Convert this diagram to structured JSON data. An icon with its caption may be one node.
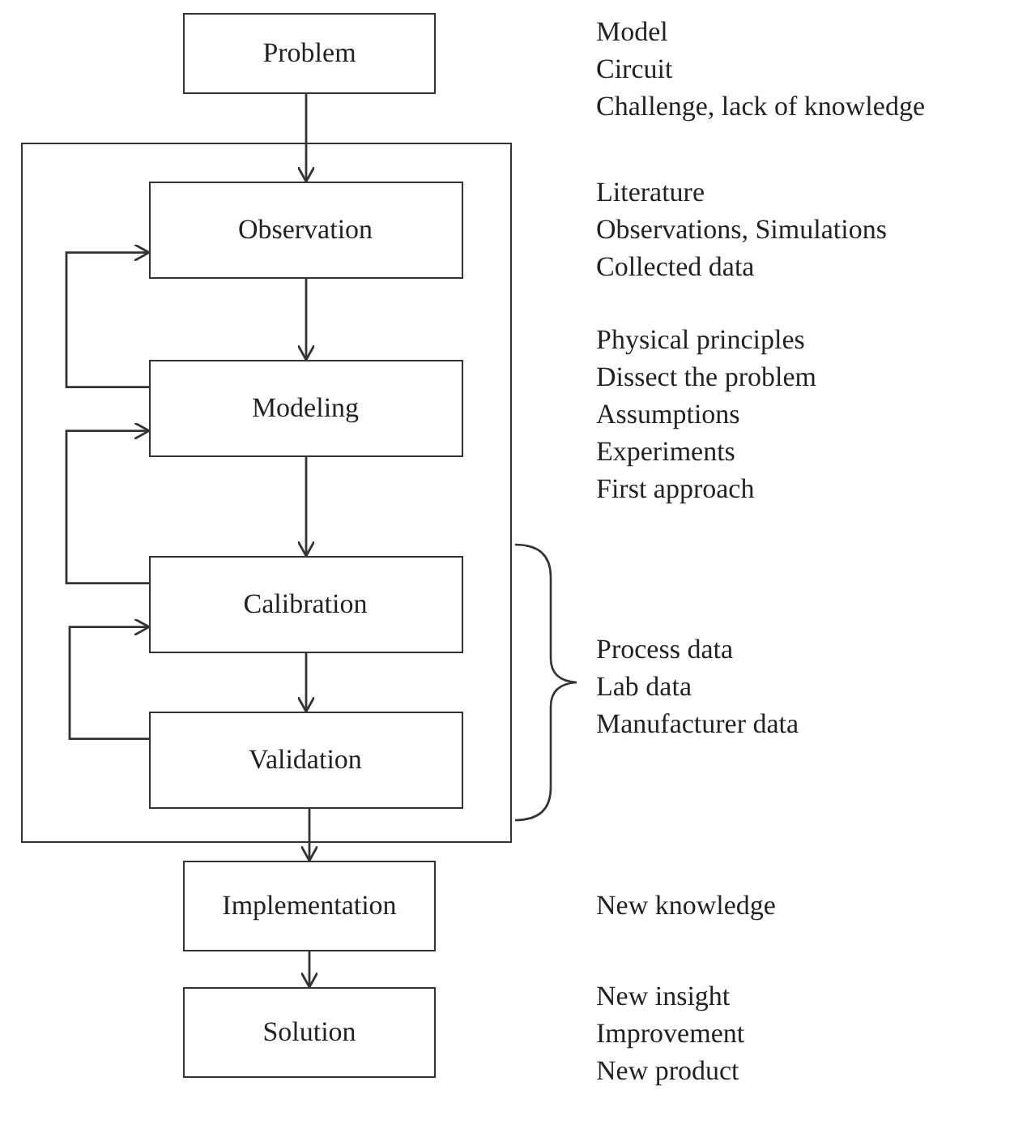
{
  "diagram": {
    "nodes": [
      {
        "text": [
          "Problem"
        ],
        "beside": [
          "Model",
          "Circuit",
          "Challenge, lack of knowledge"
        ]
      },
      {
        "text": [],
        "shape": "box"
      },
      {
        "text": [
          "Observation"
        ],
        "in": 1,
        "beside": [
          "Literature",
          "Observations, Simulations",
          "Collected data"
        ]
      },
      {
        "text": [
          "Modeling"
        ],
        "in": 1,
        "beside": [
          "Physical principles",
          "Dissect the problem",
          "Assumptions",
          "Experiments",
          "First approach"
        ]
      },
      {
        "text": [
          "Calibration"
        ],
        "in": 1
      },
      {
        "text": [
          "Validation"
        ],
        "in": 1
      },
      {
        "text": [
          "Implementation"
        ]
      },
      {
        "text": [
          "Solution"
        ],
        "beside": [
          "New insight",
          "Improvement",
          "New product"
        ]
      }
    ],
    "edges": [
      {
        "from": 0,
        "to": 2,
        "arrow": "to"
      },
      {
        "from": 2,
        "to": 3,
        "arrow": "to"
      },
      {
        "from": 3,
        "to": 4,
        "arrow": "to"
      },
      {
        "from": 4,
        "to": 5,
        "arrow": "to"
      },
      {
        "from": 5,
        "to": 6,
        "arrow": "to"
      },
      {
        "from": 6,
        "to": 7,
        "arrow": "to"
      },
      {
        "from": 3,
        "to": 2,
        "arrow": "to"
      },
      {
        "from": 4,
        "to": 3,
        "arrow": "to"
      },
      {
        "from": 5,
        "to": 4,
        "arrow": "to"
      }
    ],
    "labels": [
      "Process data",
      "Lab data",
      "Manufacturer data",
      "New knowledge"
    ]
  }
}
